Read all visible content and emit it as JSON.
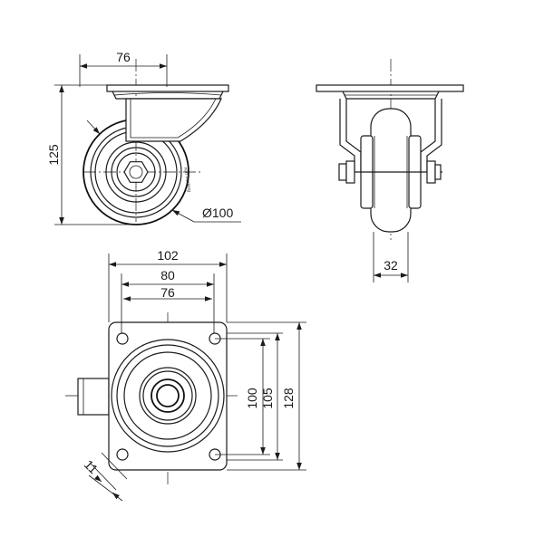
{
  "side_view": {
    "top_width": "76",
    "height": "125",
    "wheel_diameter": "Ø100",
    "wheel_text": "non marking"
  },
  "front_view": {
    "wheel_width": "32"
  },
  "top_view": {
    "plate_width": "102",
    "hole_spacing_x": "80",
    "inner_width": "76",
    "hole_spacing_y": "100",
    "inner_height": "105",
    "plate_height": "128",
    "hole_diameter": "11"
  }
}
